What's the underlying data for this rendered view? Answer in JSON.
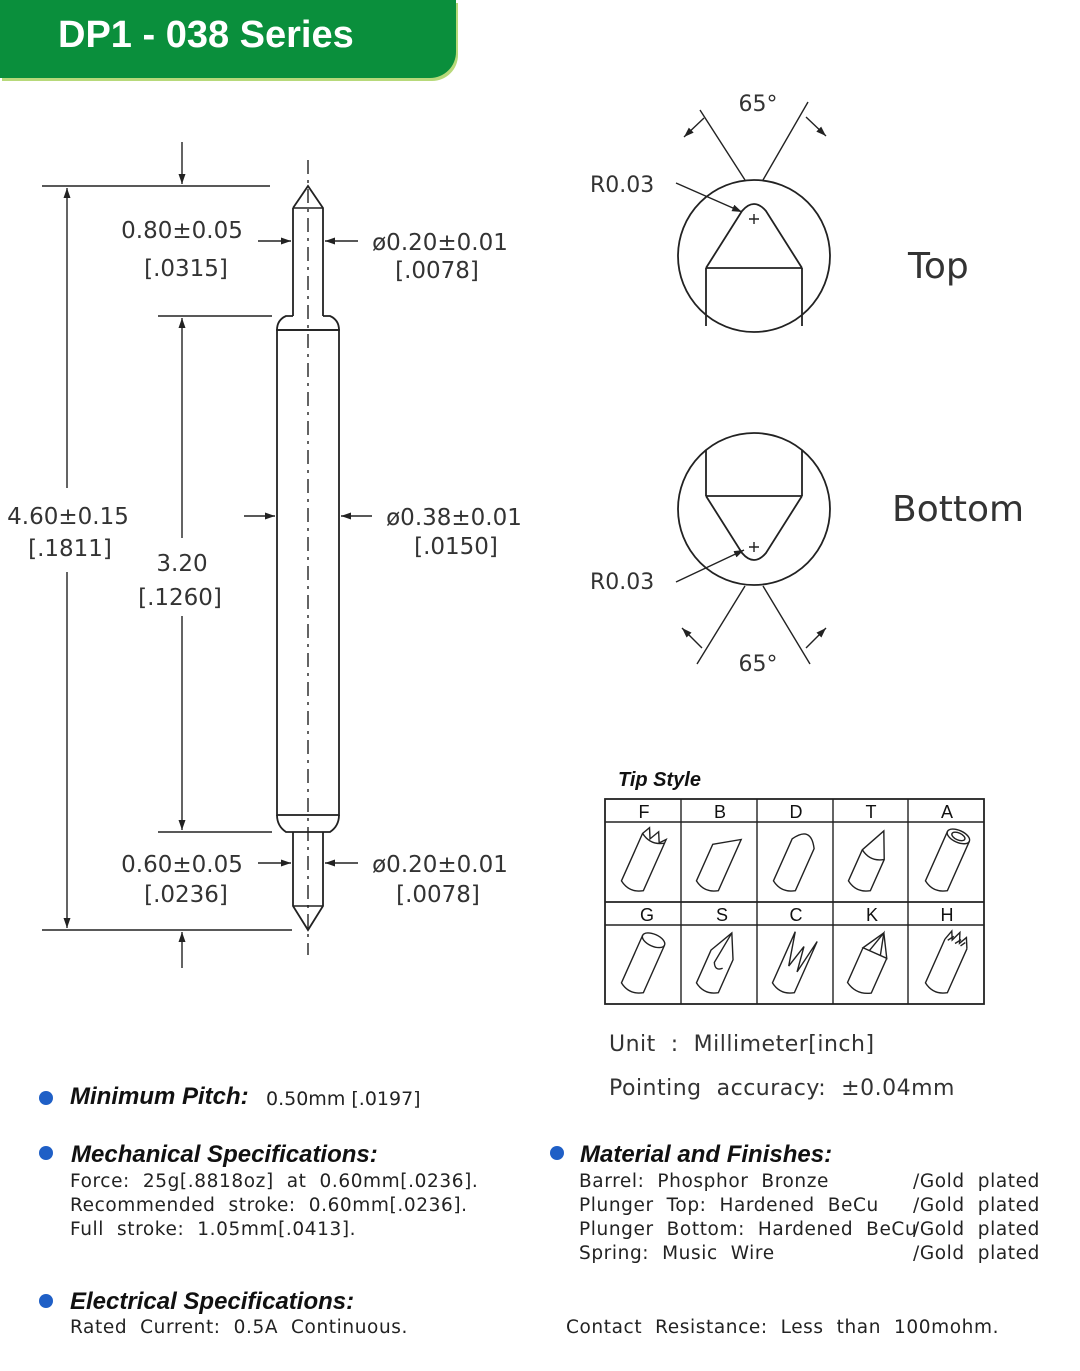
{
  "header": {
    "title": "DP1 - 038 Series",
    "color": "#0a8f3c"
  },
  "drawing": {
    "dims": {
      "tip_top_len": "0.80±0.05",
      "tip_top_len_in": "[.0315]",
      "tip_top_dia": "ø0.20±0.01",
      "tip_top_dia_in": "[.0078]",
      "overall_len": "4.60±0.15",
      "overall_len_in": "[.1811]",
      "barrel_len": "3.20",
      "barrel_len_in": "[.1260]",
      "barrel_dia": "ø0.38±0.01",
      "barrel_dia_in": "[.0150]",
      "tip_bot_len": "0.60±0.05",
      "tip_bot_len_in": "[.0236]",
      "tip_bot_dia": "ø0.20±0.01",
      "tip_bot_dia_in": "[.0078]"
    },
    "top_view": {
      "radius": "R0.03",
      "angle": "65°",
      "label": "Top"
    },
    "bottom_view": {
      "radius": "R0.03",
      "angle": "65°",
      "label": "Bottom"
    }
  },
  "tip_style": {
    "title": "Tip Style",
    "row1": [
      "F",
      "B",
      "D",
      "T",
      "A"
    ],
    "row2": [
      "G",
      "S",
      "C",
      "K",
      "H"
    ]
  },
  "notes": {
    "unit": "Unit  :  Millimeter[inch]",
    "accuracy": "Pointing  accuracy:  ±0.04mm"
  },
  "specs": {
    "min_pitch": {
      "heading": "Minimum Pitch:",
      "value": "0.50mm  [.0197]"
    },
    "mechanical": {
      "heading": "Mechanical Specifications:",
      "lines": [
        "Force:  25g[.8818oz]  at  0.60mm[.0236].",
        "Recommended  stroke:  0.60mm[.0236].",
        "Full  stroke:  1.05mm[.0413]."
      ]
    },
    "material": {
      "heading": "Material and Finishes:",
      "items": [
        {
          "part": "Barrel:  Phosphor  Bronze",
          "finish": "/Gold  plated"
        },
        {
          "part": "Plunger  Top:  Hardened  BeCu",
          "finish": "/Gold  plated"
        },
        {
          "part": "Plunger  Bottom:  Hardened  BeCu",
          "finish": "/Gold  plated"
        },
        {
          "part": "Spring:  Music  Wire",
          "finish": "/Gold  plated"
        }
      ]
    },
    "electrical": {
      "heading": "Electrical Specifications:",
      "current": "Rated  Current:  0.5A  Continuous.",
      "resistance": "Contact  Resistance:  Less  than  100mohm."
    },
    "bullet_color": "#1f5fc6"
  }
}
